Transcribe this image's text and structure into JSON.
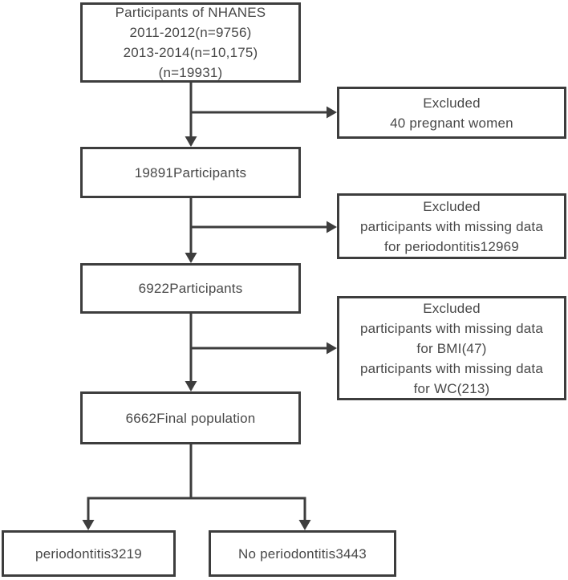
{
  "diagram": {
    "type": "flowchart",
    "topic": "NHANES participant selection flow",
    "colors": {
      "line": "#3d3d3d",
      "box_border": "#3d3d3d",
      "text": "#484848",
      "background": "#ffffff"
    },
    "boxes": {
      "start": {
        "lines": [
          "Participants of NHANES",
          "2011-2012(n=9756)",
          "2013-2014(n=10,175)",
          "(n=19931)"
        ]
      },
      "excluded_pregnant": {
        "lines": [
          "Excluded",
          "40 pregnant women"
        ]
      },
      "participants_19891": {
        "lines": [
          "19891Participants"
        ]
      },
      "excluded_periodontitis": {
        "lines": [
          "Excluded",
          "participants with missing data",
          "for periodontitis12969"
        ]
      },
      "participants_6922": {
        "lines": [
          "6922Participants"
        ]
      },
      "excluded_bmi_wc": {
        "lines": [
          "Excluded",
          "participants with missing data",
          "for BMI(47)",
          "participants with missing data",
          "for WC(213)"
        ]
      },
      "final_population": {
        "lines": [
          "6662Final population"
        ]
      },
      "periodontitis": {
        "lines": [
          "periodontitis3219"
        ]
      },
      "no_periodontitis": {
        "lines": [
          "No periodontitis3443"
        ]
      }
    }
  }
}
